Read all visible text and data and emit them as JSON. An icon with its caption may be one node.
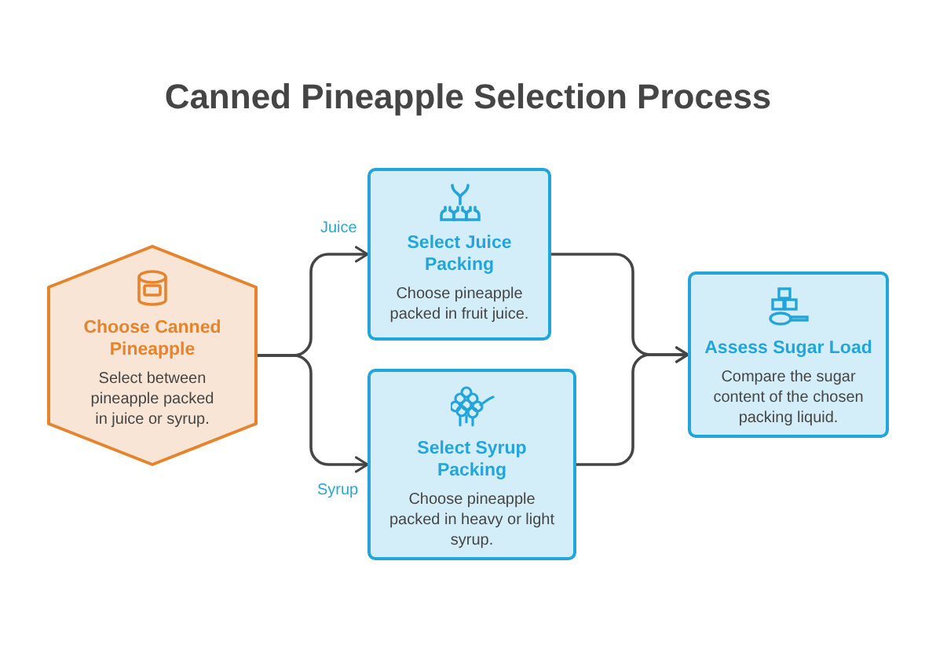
{
  "diagram": {
    "title": "Canned Pineapple Selection Process",
    "nodes": [
      {
        "text": [
          "Choose Canned Pineapple",
          "Select between pineapple packed in juice or syrup."
        ]
      },
      {
        "text": [
          "Select Juice Packing",
          "Choose pineapple packed in fruit juice."
        ]
      },
      {
        "text": [
          "Select Syrup Packing",
          "Choose pineapple packed in heavy or light syrup."
        ]
      },
      {
        "text": [
          "Assess Sugar Load",
          "Compare the sugar content of the chosen packing liquid."
        ]
      }
    ],
    "edges": [
      {
        "from": 0,
        "to": 1,
        "arrow": "to",
        "label": "Juice"
      },
      {
        "from": 0,
        "to": 2,
        "arrow": "to",
        "label": "Syrup"
      },
      {
        "from": 1,
        "to": 3,
        "arrow": "to"
      },
      {
        "from": 2,
        "to": 3,
        "arrow": "to"
      }
    ]
  }
}
